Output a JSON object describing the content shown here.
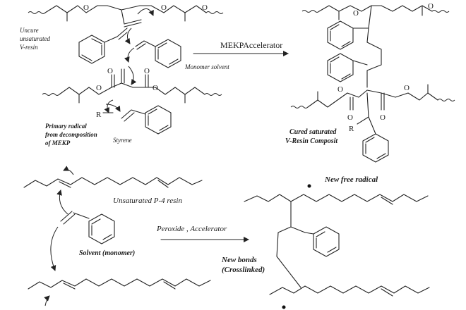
{
  "labels": {
    "uncured": [
      "Uncure",
      "unsaturated",
      "V-resin"
    ],
    "monomer_solvent": "Monomer solvent",
    "accelerator": "MEKPAccelerator",
    "primary_radical": [
      "Primary radical",
      "from decomposition",
      "of MEKP"
    ],
    "styrene": "Styrene",
    "cured": [
      "Cured saturated",
      "V-Resin Composit"
    ],
    "new_free_radical": "New free radical",
    "unsat_p4": "Unsaturated P-4 resin",
    "peroxide": "Peroxide , Accelerator",
    "solvent_monomer": "Solvent (monomer)",
    "new_bonds": [
      "New bonds",
      "(Crosslinked)"
    ],
    "atom_O": "O",
    "atom_R": "R"
  }
}
